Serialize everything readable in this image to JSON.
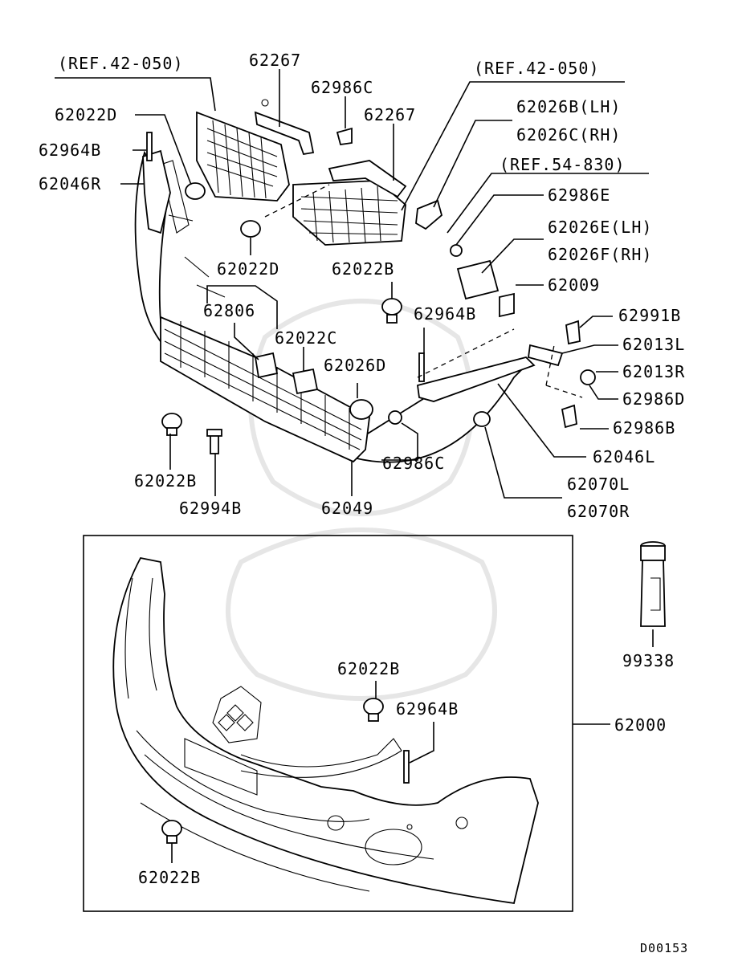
{
  "diagram_code": "D00153",
  "labels": {
    "ref_left": "(REF.42-050)",
    "ref_right": "(REF.42-050)",
    "ref_54": "(REF.54-830)",
    "p62267_a": "62267",
    "p62267_b": "62267",
    "p62986C_top": "62986C",
    "p62022D_a": "62022D",
    "p62022D_b": "62022D",
    "p62964B_left": "62964B",
    "p62046R": "62046R",
    "p62026B": "62026B(LH)",
    "p62026C": "62026C(RH)",
    "p62986E": "62986E",
    "p62026E": "62026E(LH)",
    "p62026F": "62026F(RH)",
    "p62009": "62009",
    "p62022B_mid": "62022B",
    "p62964B_mid": "62964B",
    "p62806": "62806",
    "p62022C": "62022C",
    "p62026D": "62026D",
    "p62991B": "62991B",
    "p62013L": "62013L",
    "p62013R": "62013R",
    "p62986D": "62986D",
    "p62986B": "62986B",
    "p62046L": "62046L",
    "p62986C_bot": "62986C",
    "p62022B_left": "62022B",
    "p62994B": "62994B",
    "p62049": "62049",
    "p62070L": "62070L",
    "p62070R": "62070R",
    "p99338": "99338",
    "p62000": "62000",
    "p62022B_box": "62022B",
    "p62964B_box": "62964B",
    "p62022B_box_bottom": "62022B"
  }
}
